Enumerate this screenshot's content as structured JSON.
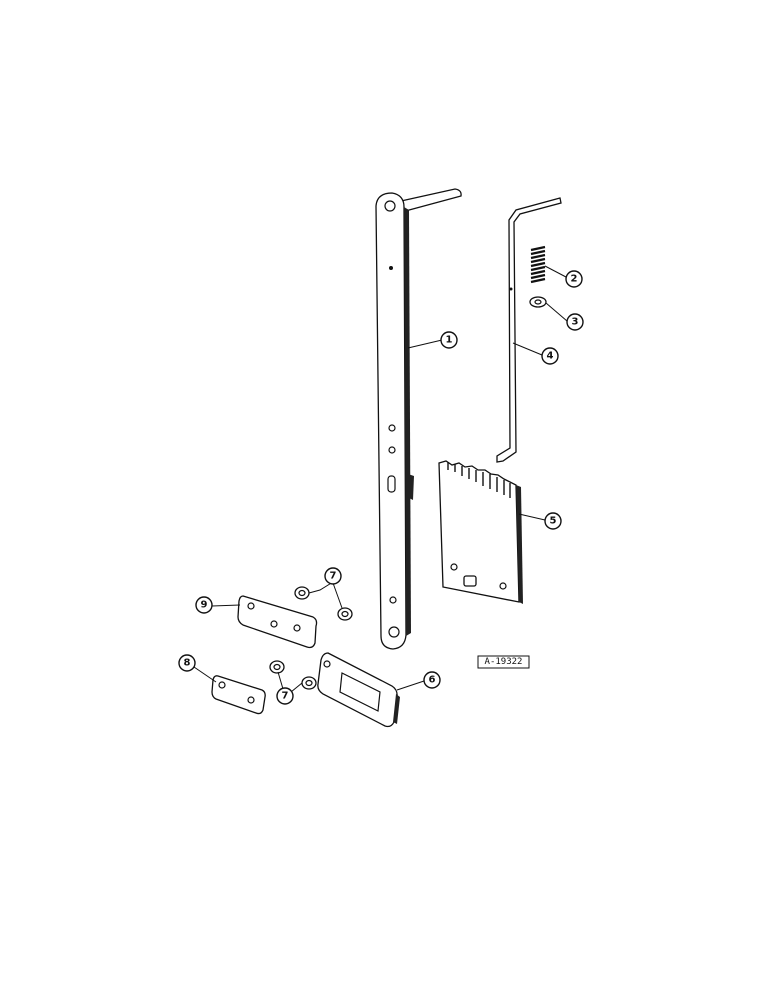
{
  "diagram": {
    "reference_code": "A-19322",
    "callouts": [
      {
        "id": "c1",
        "label": "1"
      },
      {
        "id": "c2",
        "label": "2"
      },
      {
        "id": "c3",
        "label": "3"
      },
      {
        "id": "c4",
        "label": "4"
      },
      {
        "id": "c5",
        "label": "5"
      },
      {
        "id": "c6",
        "label": "6"
      },
      {
        "id": "c7a",
        "label": "7"
      },
      {
        "id": "c7b",
        "label": "7"
      },
      {
        "id": "c8",
        "label": "8"
      },
      {
        "id": "c9",
        "label": "9"
      }
    ]
  }
}
